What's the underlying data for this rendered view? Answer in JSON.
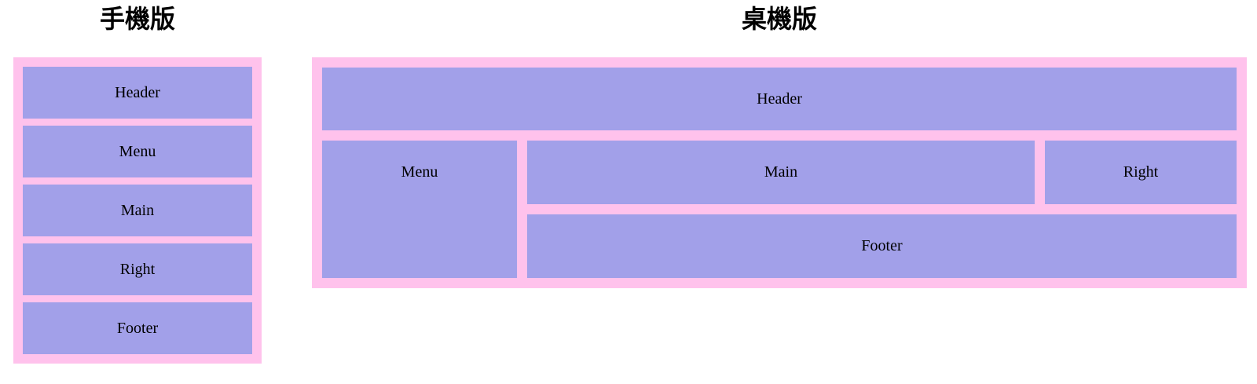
{
  "mobile": {
    "title": "手機版",
    "boxes": [
      "Header",
      "Menu",
      "Main",
      "Right",
      "Footer"
    ]
  },
  "desktop": {
    "title": "桌機版",
    "boxes": {
      "header": "Header",
      "menu": "Menu",
      "main": "Main",
      "right": "Right",
      "footer": "Footer"
    }
  },
  "colors": {
    "container_bg": "#ffc2ec",
    "box_bg": "#a2a0e9",
    "text": "#000000",
    "page_bg": "#ffffff"
  }
}
